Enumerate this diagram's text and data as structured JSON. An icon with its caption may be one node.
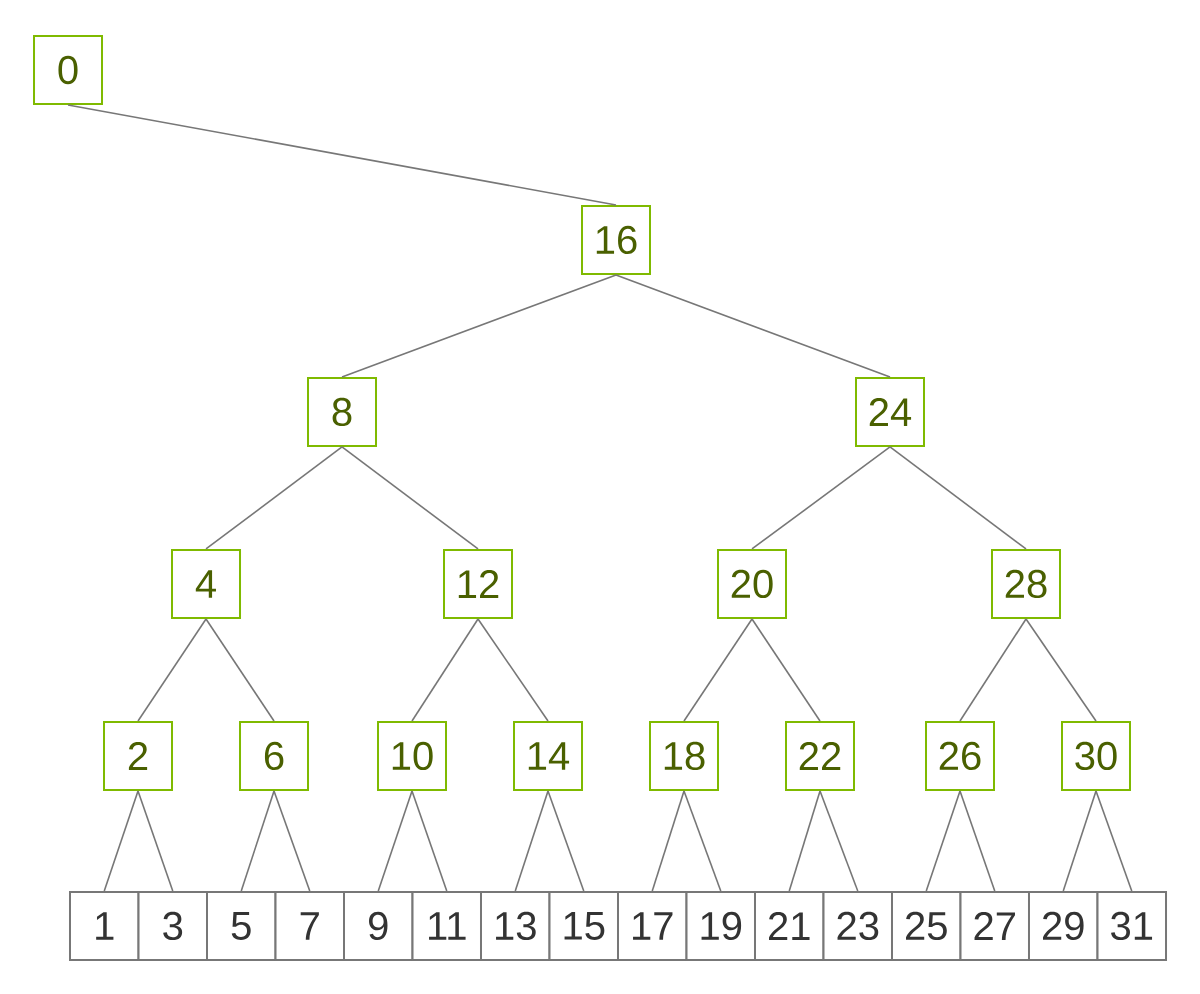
{
  "diagram": {
    "nodes": [
      {
        "text": [
          "0"
        ]
      },
      {
        "text": [
          "16"
        ]
      },
      {
        "text": [
          "8"
        ]
      },
      {
        "text": [
          "24"
        ]
      },
      {
        "text": [
          "4"
        ]
      },
      {
        "text": [
          "12"
        ]
      },
      {
        "text": [
          "20"
        ]
      },
      {
        "text": [
          "28"
        ]
      },
      {
        "text": [
          "2"
        ]
      },
      {
        "text": [
          "6"
        ]
      },
      {
        "text": [
          "10"
        ]
      },
      {
        "text": [
          "14"
        ]
      },
      {
        "text": [
          "18"
        ]
      },
      {
        "text": [
          "22"
        ]
      },
      {
        "text": [
          "26"
        ]
      },
      {
        "text": [
          "30"
        ]
      },
      {
        "text": [
          "1"
        ]
      },
      {
        "text": [
          "3"
        ]
      },
      {
        "text": [
          "5"
        ]
      },
      {
        "text": [
          "7"
        ]
      },
      {
        "text": [
          "9"
        ]
      },
      {
        "text": [
          "11"
        ]
      },
      {
        "text": [
          "13"
        ]
      },
      {
        "text": [
          "15"
        ]
      },
      {
        "text": [
          "17"
        ]
      },
      {
        "text": [
          "19"
        ]
      },
      {
        "text": [
          "21"
        ]
      },
      {
        "text": [
          "23"
        ]
      },
      {
        "text": [
          "25"
        ]
      },
      {
        "text": [
          "27"
        ]
      },
      {
        "text": [
          "29"
        ]
      },
      {
        "text": [
          "31"
        ]
      }
    ],
    "edges": [
      {
        "from": 0,
        "to": 1,
        "arrow": "none"
      },
      {
        "from": 1,
        "to": 2,
        "arrow": "none"
      },
      {
        "from": 1,
        "to": 3,
        "arrow": "none"
      },
      {
        "from": 2,
        "to": 4,
        "arrow": "none"
      },
      {
        "from": 2,
        "to": 5,
        "arrow": "none"
      },
      {
        "from": 3,
        "to": 6,
        "arrow": "none"
      },
      {
        "from": 3,
        "to": 7,
        "arrow": "none"
      },
      {
        "from": 4,
        "to": 8,
        "arrow": "none"
      },
      {
        "from": 4,
        "to": 9,
        "arrow": "none"
      },
      {
        "from": 5,
        "to": 10,
        "arrow": "none"
      },
      {
        "from": 5,
        "to": 11,
        "arrow": "none"
      },
      {
        "from": 6,
        "to": 12,
        "arrow": "none"
      },
      {
        "from": 6,
        "to": 13,
        "arrow": "none"
      },
      {
        "from": 7,
        "to": 14,
        "arrow": "none"
      },
      {
        "from": 7,
        "to": 15,
        "arrow": "none"
      },
      {
        "from": 8,
        "to": 16,
        "arrow": "none"
      },
      {
        "from": 8,
        "to": 17,
        "arrow": "none"
      },
      {
        "from": 9,
        "to": 18,
        "arrow": "none"
      },
      {
        "from": 9,
        "to": 19,
        "arrow": "none"
      },
      {
        "from": 10,
        "to": 20,
        "arrow": "none"
      },
      {
        "from": 10,
        "to": 21,
        "arrow": "none"
      },
      {
        "from": 11,
        "to": 22,
        "arrow": "none"
      },
      {
        "from": 11,
        "to": 23,
        "arrow": "none"
      },
      {
        "from": 12,
        "to": 24,
        "arrow": "none"
      },
      {
        "from": 12,
        "to": 25,
        "arrow": "none"
      },
      {
        "from": 13,
        "to": 26,
        "arrow": "none"
      },
      {
        "from": 13,
        "to": 27,
        "arrow": "none"
      },
      {
        "from": 14,
        "to": 28,
        "arrow": "none"
      },
      {
        "from": 14,
        "to": 29,
        "arrow": "none"
      },
      {
        "from": 15,
        "to": 30,
        "arrow": "none"
      },
      {
        "from": 15,
        "to": 31,
        "arrow": "none"
      }
    ]
  }
}
